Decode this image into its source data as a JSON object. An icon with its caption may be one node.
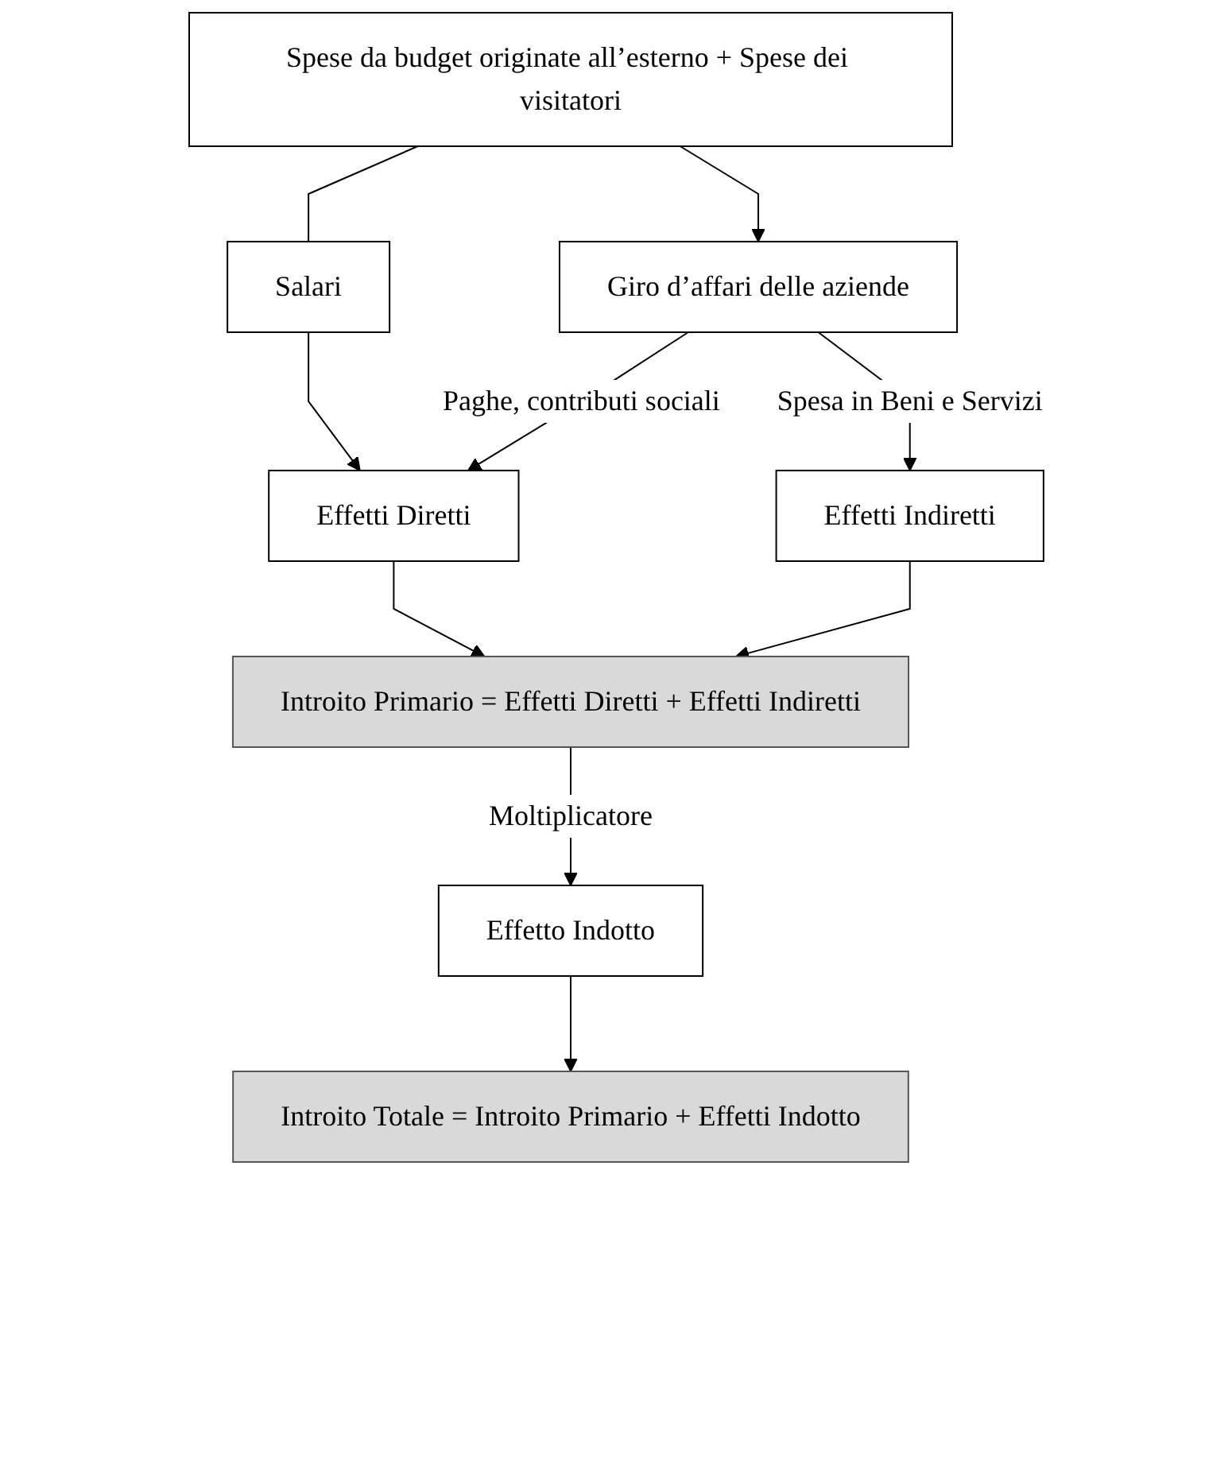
{
  "diagram": {
    "nodes": [
      {
        "text": [
          "Spese da budget originate all’esterno + Spese dei visitatori"
        ]
      },
      {
        "text": [
          "Salari"
        ]
      },
      {
        "text": [
          "Giro d’affari delle aziende"
        ]
      },
      {
        "text": [
          "Effetti Diretti"
        ]
      },
      {
        "text": [
          "Effetti Indiretti"
        ]
      },
      {
        "text": [
          "Introito Primario = Effetti Diretti + Effetti Indiretti"
        ]
      },
      {
        "text": [
          "Effetto Indotto"
        ]
      },
      {
        "text": [
          "Introito Totale = Introito Primario + Effetti Indotto"
        ]
      }
    ],
    "edges": [
      {
        "from": 0,
        "to": 1,
        "arrow": "none"
      },
      {
        "from": 0,
        "to": 2,
        "arrow": "to"
      },
      {
        "from": 1,
        "to": 3,
        "arrow": "to"
      },
      {
        "from": 2,
        "to": 3,
        "arrow": "to",
        "label": "Paghe, contributi sociali"
      },
      {
        "from": 2,
        "to": 4,
        "arrow": "to",
        "label": "Spesa in Beni e Servizi"
      },
      {
        "from": 3,
        "to": 5,
        "arrow": "to"
      },
      {
        "from": 4,
        "to": 5,
        "arrow": "to"
      },
      {
        "from": 5,
        "to": 6,
        "arrow": "to",
        "label": "Moltiplicatore"
      },
      {
        "from": 6,
        "to": 7,
        "arrow": "to"
      }
    ]
  }
}
